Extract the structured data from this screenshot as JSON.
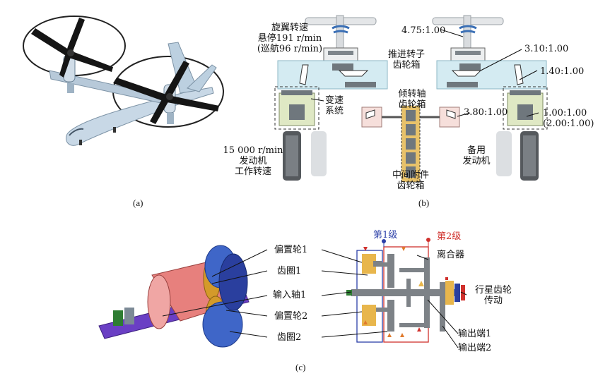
{
  "panel_a": {
    "caption": "(a)"
  },
  "panel_b": {
    "caption": "(b)",
    "rotor_speed": [
      "旋翼转速",
      "悬停191 r/min",
      "(巡航96 r/min)"
    ],
    "prop_rotor_gearbox": [
      "推进转子",
      "齿轮箱"
    ],
    "tilt_axis_gearbox": [
      "倾转轴",
      "齿轮箱"
    ],
    "mid_accessory_gearbox": [
      "中间附件",
      "齿轮箱"
    ],
    "speed_change_system": [
      "变速",
      "系统"
    ],
    "engine_speed": [
      "15 000 r/min",
      "发动机",
      "工作转速"
    ],
    "standby_engine": [
      "备用",
      "发动机"
    ],
    "ratios": {
      "r1": "4.75:1.00",
      "r2": "3.10:1.00",
      "r3": "1.40:1.00",
      "r4": "3.80:1.00",
      "r5": "1.00:1.00",
      "r6": "(2.00:1.00)"
    }
  },
  "panel_c": {
    "caption": "(c)",
    "left_labels": [
      "偏置轮1",
      "齿圈1",
      "输入轴1",
      "偏置轮2",
      "齿圈2"
    ],
    "stage1": "第1级",
    "stage2": "第2级",
    "clutch": "离合器",
    "planetary": [
      "行星齿轮",
      "传动"
    ],
    "output1": "输出端1",
    "output2": "输出端2"
  },
  "colors": {
    "gearbox_blue": "#d4ebf2",
    "engine_green": "#dfe8c4",
    "tilt_pink": "#f6dfdb",
    "accessory_yellow": "#e8c26a",
    "stage1_blue": "#2b3fa8",
    "stage2_red": "#d0312d",
    "shaft_purple": "#6a3fc4",
    "ring_red": "#e7807d"
  }
}
